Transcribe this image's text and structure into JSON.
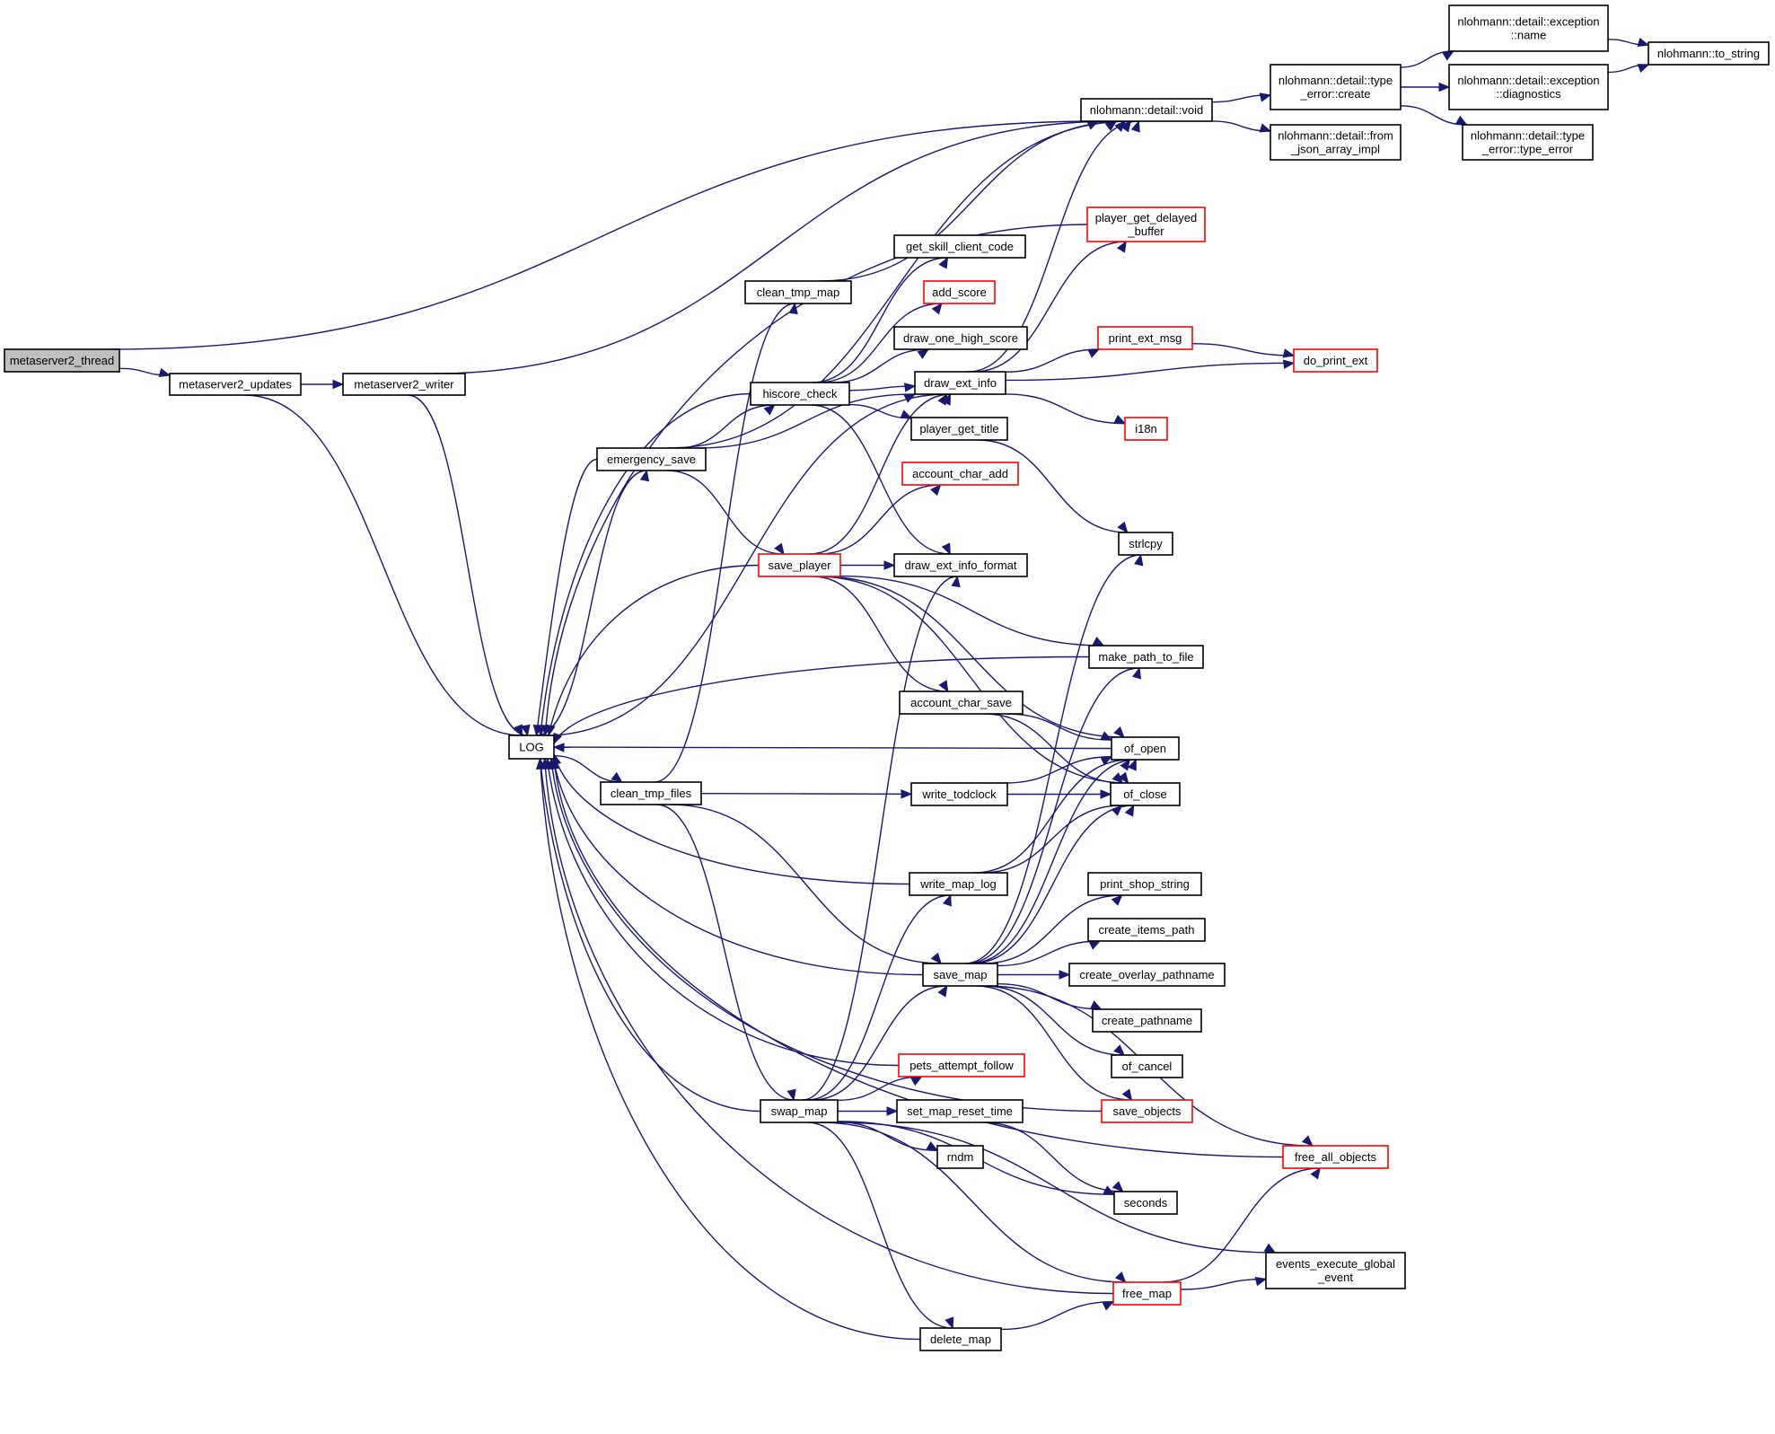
{
  "diagram": {
    "type": "call-graph",
    "colors": {
      "edge": "#191970",
      "node_border": "#000000",
      "truncated_border": "#ff0000",
      "root_fill": "#bfbfbf",
      "node_fill": "#ffffff"
    },
    "nodes": [
      {
        "id": "metaserver2_thread",
        "label": [
          "metaserver2_thread"
        ],
        "kind": "root"
      },
      {
        "id": "metaserver2_updates",
        "label": [
          "metaserver2_updates"
        ],
        "kind": "normal"
      },
      {
        "id": "metaserver2_writer",
        "label": [
          "metaserver2_writer"
        ],
        "kind": "normal"
      },
      {
        "id": "LOG",
        "label": [
          "LOG"
        ],
        "kind": "normal"
      },
      {
        "id": "nl_void",
        "label": [
          "nlohmann::detail::void"
        ],
        "kind": "normal"
      },
      {
        "id": "nl_create",
        "label": [
          "nlohmann::detail::type",
          "_error::create"
        ],
        "kind": "normal"
      },
      {
        "id": "nl_name",
        "label": [
          "nlohmann::detail::exception",
          "::name"
        ],
        "kind": "normal"
      },
      {
        "id": "nl_diag",
        "label": [
          "nlohmann::detail::exception",
          "::diagnostics"
        ],
        "kind": "normal"
      },
      {
        "id": "nl_to_string",
        "label": [
          "nlohmann::to_string"
        ],
        "kind": "normal"
      },
      {
        "id": "nl_from_json",
        "label": [
          "nlohmann::detail::from",
          "_json_array_impl"
        ],
        "kind": "normal"
      },
      {
        "id": "nl_type_error",
        "label": [
          "nlohmann::detail::type",
          "_error::type_error"
        ],
        "kind": "normal"
      },
      {
        "id": "player_get_delayed_buffer",
        "label": [
          "player_get_delayed",
          "_buffer"
        ],
        "kind": "truncated"
      },
      {
        "id": "get_skill_client_code",
        "label": [
          "get_skill_client_code"
        ],
        "kind": "normal"
      },
      {
        "id": "clean_tmp_map",
        "label": [
          "clean_tmp_map"
        ],
        "kind": "normal"
      },
      {
        "id": "add_score",
        "label": [
          "add_score"
        ],
        "kind": "truncated"
      },
      {
        "id": "draw_one_high_score",
        "label": [
          "draw_one_high_score"
        ],
        "kind": "normal"
      },
      {
        "id": "draw_ext_info",
        "label": [
          "draw_ext_info"
        ],
        "kind": "normal"
      },
      {
        "id": "hiscore_check",
        "label": [
          "hiscore_check"
        ],
        "kind": "normal"
      },
      {
        "id": "print_ext_msg",
        "label": [
          "print_ext_msg"
        ],
        "kind": "truncated"
      },
      {
        "id": "do_print_ext",
        "label": [
          "do_print_ext"
        ],
        "kind": "truncated"
      },
      {
        "id": "player_get_title",
        "label": [
          "player_get_title"
        ],
        "kind": "normal"
      },
      {
        "id": "i18n",
        "label": [
          "i18n"
        ],
        "kind": "truncated"
      },
      {
        "id": "emergency_save",
        "label": [
          "emergency_save"
        ],
        "kind": "normal"
      },
      {
        "id": "account_char_add",
        "label": [
          "account_char_add"
        ],
        "kind": "truncated"
      },
      {
        "id": "strlcpy",
        "label": [
          "strlcpy"
        ],
        "kind": "normal"
      },
      {
        "id": "save_player",
        "label": [
          "save_player"
        ],
        "kind": "truncated"
      },
      {
        "id": "draw_ext_info_format",
        "label": [
          "draw_ext_info_format"
        ],
        "kind": "normal"
      },
      {
        "id": "make_path_to_file",
        "label": [
          "make_path_to_file"
        ],
        "kind": "normal"
      },
      {
        "id": "account_char_save",
        "label": [
          "account_char_save"
        ],
        "kind": "normal"
      },
      {
        "id": "of_open",
        "label": [
          "of_open"
        ],
        "kind": "normal"
      },
      {
        "id": "of_close",
        "label": [
          "of_close"
        ],
        "kind": "normal"
      },
      {
        "id": "clean_tmp_files",
        "label": [
          "clean_tmp_files"
        ],
        "kind": "normal"
      },
      {
        "id": "write_todclock",
        "label": [
          "write_todclock"
        ],
        "kind": "normal"
      },
      {
        "id": "write_map_log",
        "label": [
          "write_map_log"
        ],
        "kind": "normal"
      },
      {
        "id": "print_shop_string",
        "label": [
          "print_shop_string"
        ],
        "kind": "normal"
      },
      {
        "id": "create_items_path",
        "label": [
          "create_items_path"
        ],
        "kind": "normal"
      },
      {
        "id": "save_map",
        "label": [
          "save_map"
        ],
        "kind": "normal"
      },
      {
        "id": "create_overlay_pathname",
        "label": [
          "create_overlay_pathname"
        ],
        "kind": "normal"
      },
      {
        "id": "create_pathname",
        "label": [
          "create_pathname"
        ],
        "kind": "normal"
      },
      {
        "id": "of_cancel",
        "label": [
          "of_cancel"
        ],
        "kind": "normal"
      },
      {
        "id": "pets_attempt_follow",
        "label": [
          "pets_attempt_follow"
        ],
        "kind": "truncated"
      },
      {
        "id": "swap_map",
        "label": [
          "swap_map"
        ],
        "kind": "normal"
      },
      {
        "id": "set_map_reset_time",
        "label": [
          "set_map_reset_time"
        ],
        "kind": "normal"
      },
      {
        "id": "save_objects",
        "label": [
          "save_objects"
        ],
        "kind": "truncated"
      },
      {
        "id": "rndm",
        "label": [
          "rndm"
        ],
        "kind": "normal"
      },
      {
        "id": "free_all_objects",
        "label": [
          "free_all_objects"
        ],
        "kind": "truncated"
      },
      {
        "id": "seconds",
        "label": [
          "seconds"
        ],
        "kind": "normal"
      },
      {
        "id": "events_execute_global_event",
        "label": [
          "events_execute_global",
          "_event"
        ],
        "kind": "normal"
      },
      {
        "id": "free_map",
        "label": [
          "free_map"
        ],
        "kind": "truncated"
      },
      {
        "id": "delete_map",
        "label": [
          "delete_map"
        ],
        "kind": "normal"
      }
    ],
    "edges": [
      [
        "metaserver2_thread",
        "metaserver2_updates"
      ],
      [
        "metaserver2_thread",
        "nl_void"
      ],
      [
        "metaserver2_updates",
        "metaserver2_writer"
      ],
      [
        "metaserver2_updates",
        "LOG"
      ],
      [
        "metaserver2_writer",
        "LOG"
      ],
      [
        "metaserver2_writer",
        "nl_void"
      ],
      [
        "nl_void",
        "nl_create"
      ],
      [
        "nl_void",
        "nl_from_json"
      ],
      [
        "nl_create",
        "nl_name"
      ],
      [
        "nl_create",
        "nl_diag"
      ],
      [
        "nl_create",
        "nl_type_error"
      ],
      [
        "nl_name",
        "nl_to_string"
      ],
      [
        "nl_diag",
        "nl_to_string"
      ],
      [
        "LOG",
        "clean_tmp_files"
      ],
      [
        "LOG",
        "emergency_save"
      ],
      [
        "LOG",
        "draw_ext_info"
      ],
      [
        "emergency_save",
        "nl_void"
      ],
      [
        "emergency_save",
        "hiscore_check"
      ],
      [
        "emergency_save",
        "draw_ext_info"
      ],
      [
        "emergency_save",
        "save_player"
      ],
      [
        "emergency_save",
        "LOG"
      ],
      [
        "clean_tmp_map",
        "nl_void"
      ],
      [
        "clean_tmp_files",
        "clean_tmp_map"
      ],
      [
        "clean_tmp_files",
        "write_todclock"
      ],
      [
        "clean_tmp_files",
        "save_map"
      ],
      [
        "clean_tmp_files",
        "swap_map"
      ],
      [
        "hiscore_check",
        "get_skill_client_code"
      ],
      [
        "hiscore_check",
        "add_score"
      ],
      [
        "hiscore_check",
        "draw_one_high_score"
      ],
      [
        "hiscore_check",
        "draw_ext_info"
      ],
      [
        "hiscore_check",
        "player_get_title"
      ],
      [
        "hiscore_check",
        "draw_ext_info_format"
      ],
      [
        "hiscore_check",
        "LOG"
      ],
      [
        "draw_ext_info",
        "nl_void"
      ],
      [
        "draw_ext_info",
        "player_get_delayed_buffer"
      ],
      [
        "draw_ext_info",
        "print_ext_msg"
      ],
      [
        "draw_ext_info",
        "do_print_ext"
      ],
      [
        "draw_ext_info",
        "i18n"
      ],
      [
        "print_ext_msg",
        "do_print_ext"
      ],
      [
        "player_get_delayed_buffer",
        "LOG"
      ],
      [
        "player_get_title",
        "strlcpy"
      ],
      [
        "save_player",
        "account_char_add"
      ],
      [
        "save_player",
        "draw_ext_info"
      ],
      [
        "save_player",
        "draw_ext_info_format"
      ],
      [
        "save_player",
        "make_path_to_file"
      ],
      [
        "save_player",
        "account_char_save"
      ],
      [
        "save_player",
        "of_open"
      ],
      [
        "save_player",
        "of_close"
      ],
      [
        "save_player",
        "LOG"
      ],
      [
        "account_char_save",
        "of_open"
      ],
      [
        "account_char_save",
        "of_close"
      ],
      [
        "make_path_to_file",
        "LOG"
      ],
      [
        "of_open",
        "LOG"
      ],
      [
        "write_todclock",
        "of_open"
      ],
      [
        "write_todclock",
        "of_close"
      ],
      [
        "write_map_log",
        "of_open"
      ],
      [
        "write_map_log",
        "of_close"
      ],
      [
        "write_map_log",
        "LOG"
      ],
      [
        "save_map",
        "strlcpy"
      ],
      [
        "save_map",
        "make_path_to_file"
      ],
      [
        "save_map",
        "of_open"
      ],
      [
        "save_map",
        "of_close"
      ],
      [
        "save_map",
        "print_shop_string"
      ],
      [
        "save_map",
        "create_items_path"
      ],
      [
        "save_map",
        "create_overlay_pathname"
      ],
      [
        "save_map",
        "create_pathname"
      ],
      [
        "save_map",
        "of_cancel"
      ],
      [
        "save_map",
        "save_objects"
      ],
      [
        "save_map",
        "free_all_objects"
      ],
      [
        "save_map",
        "LOG"
      ],
      [
        "swap_map",
        "draw_ext_info_format"
      ],
      [
        "swap_map",
        "write_map_log"
      ],
      [
        "swap_map",
        "save_map"
      ],
      [
        "swap_map",
        "pets_attempt_follow"
      ],
      [
        "swap_map",
        "set_map_reset_time"
      ],
      [
        "swap_map",
        "rndm"
      ],
      [
        "swap_map",
        "seconds"
      ],
      [
        "swap_map",
        "events_execute_global_event"
      ],
      [
        "swap_map",
        "free_map"
      ],
      [
        "swap_map",
        "delete_map"
      ],
      [
        "swap_map",
        "LOG"
      ],
      [
        "pets_attempt_follow",
        "LOG"
      ],
      [
        "set_map_reset_time",
        "seconds"
      ],
      [
        "save_objects",
        "LOG"
      ],
      [
        "free_all_objects",
        "LOG"
      ],
      [
        "free_map",
        "free_all_objects"
      ],
      [
        "free_map",
        "events_execute_global_event"
      ],
      [
        "free_map",
        "LOG"
      ],
      [
        "delete_map",
        "free_map"
      ],
      [
        "delete_map",
        "LOG"
      ]
    ]
  }
}
